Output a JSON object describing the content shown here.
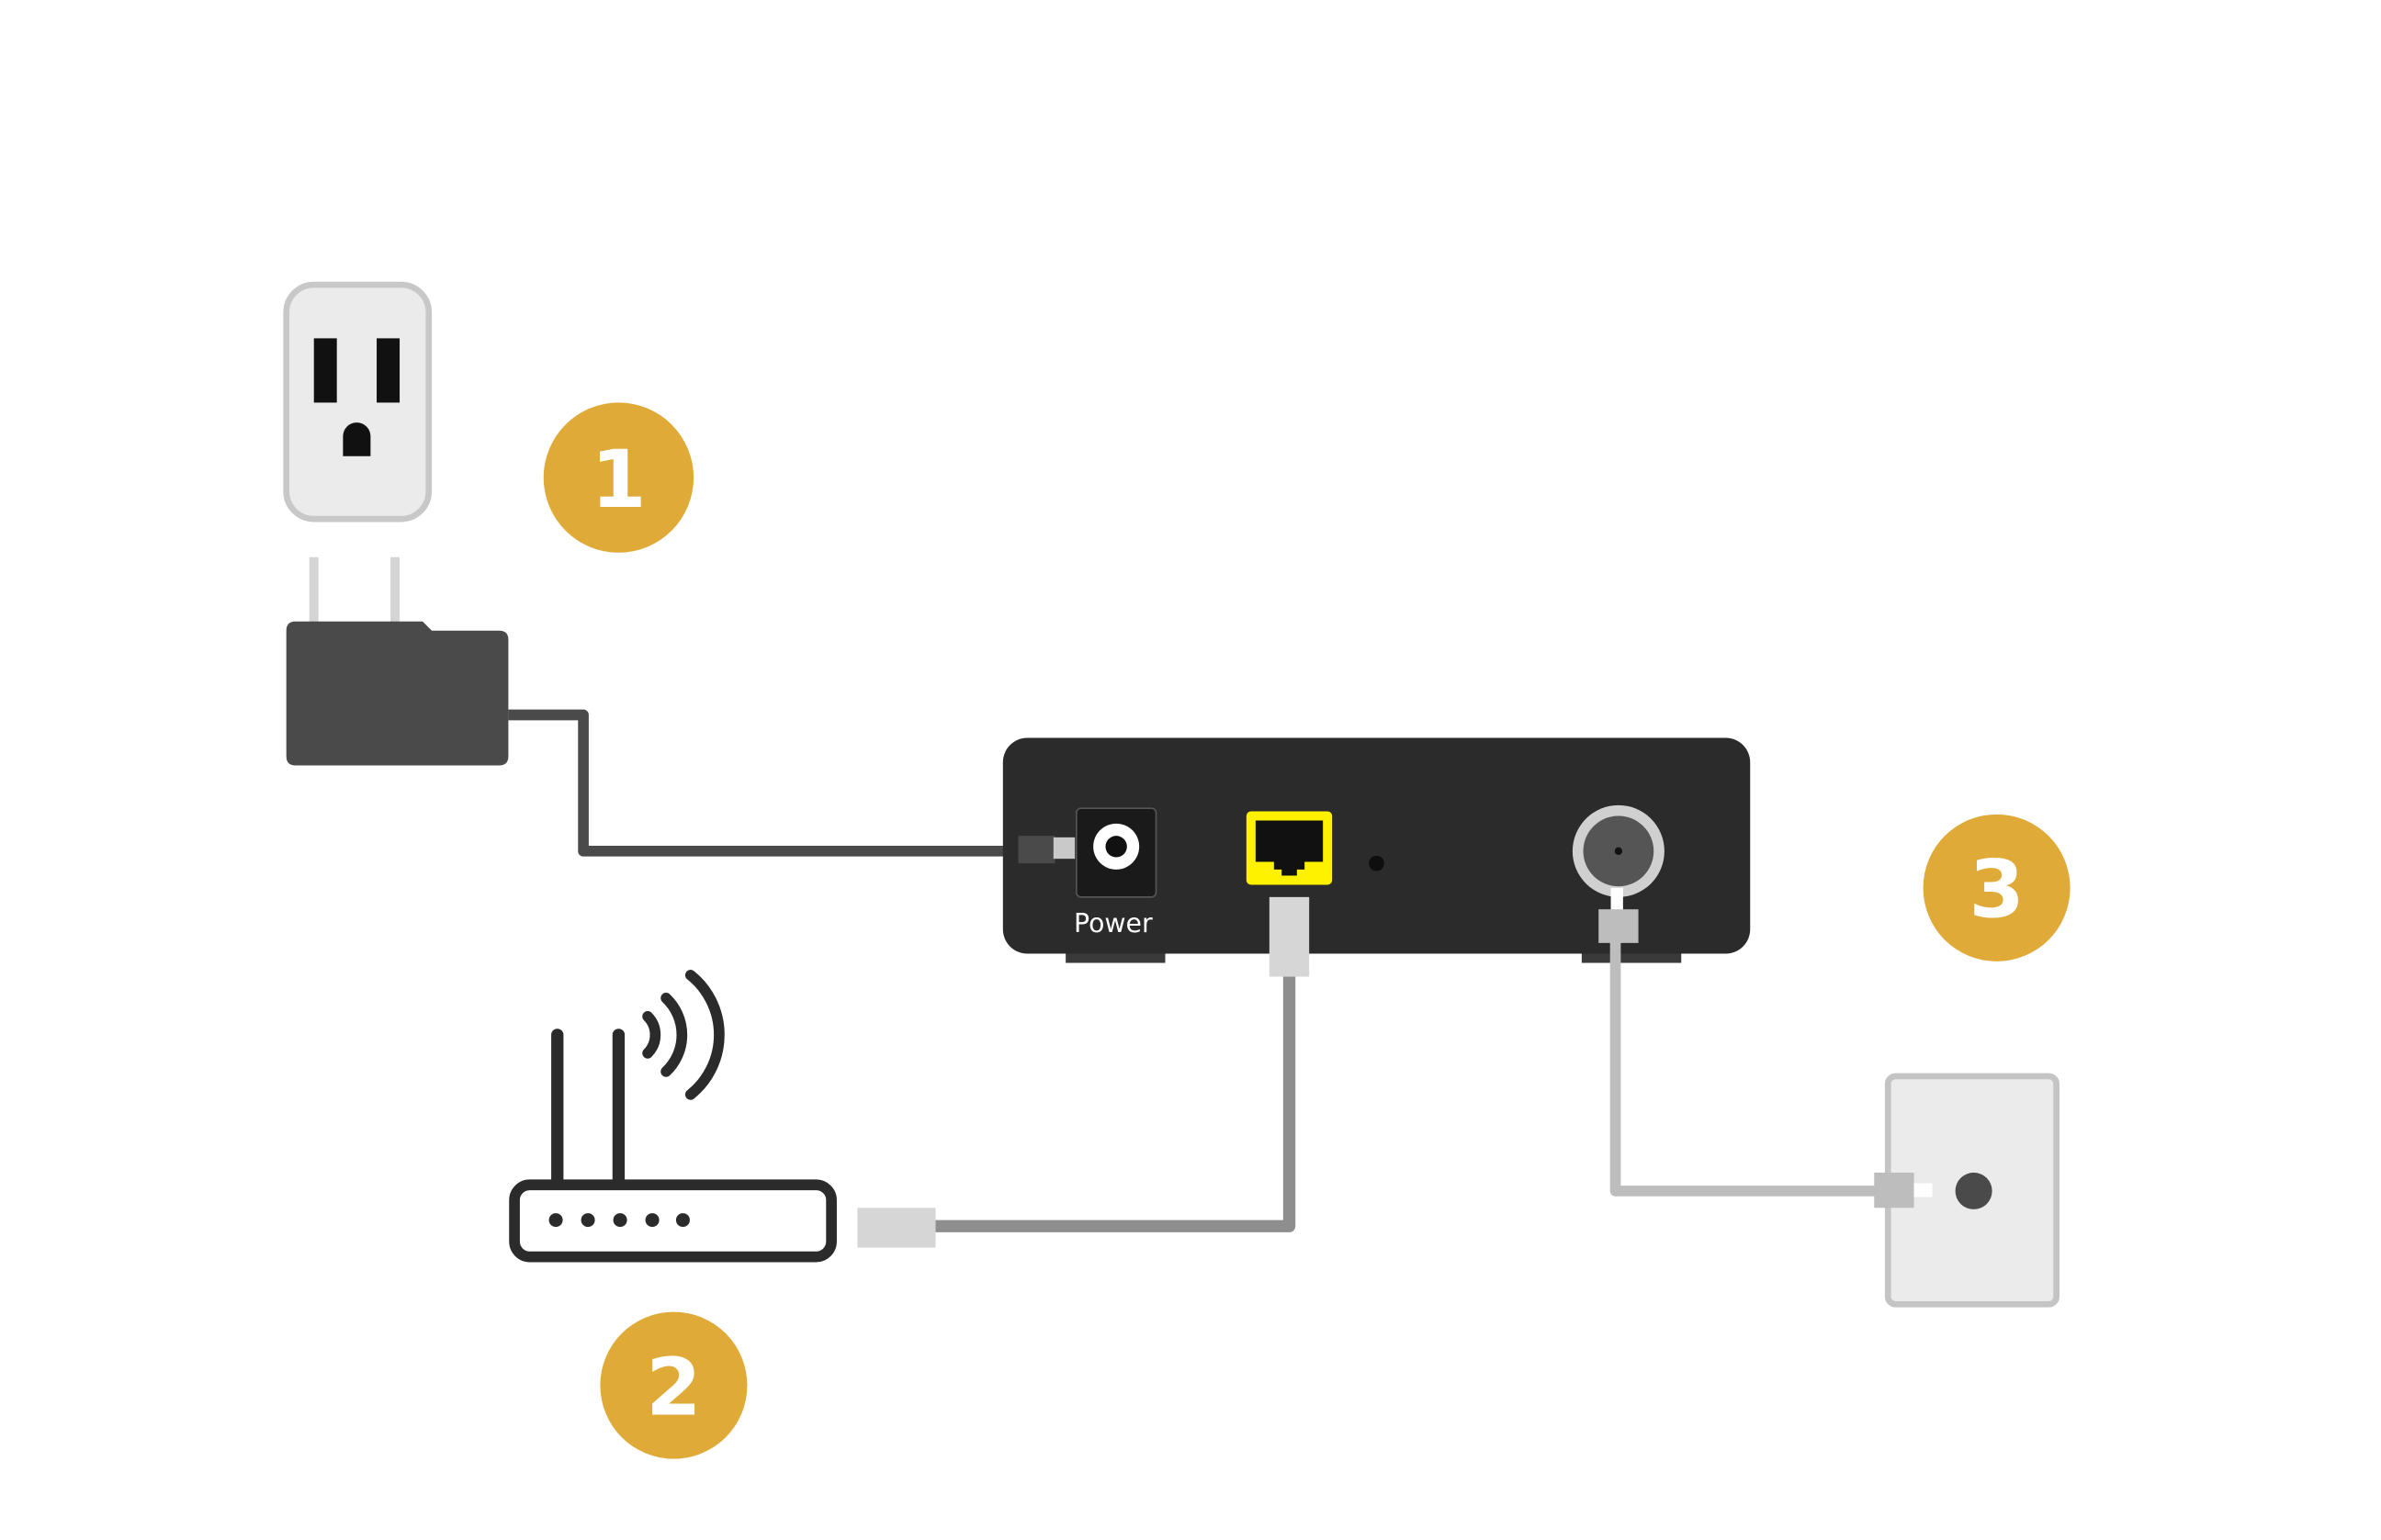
{
  "ports": {
    "power_label": "Power"
  },
  "steps": {
    "one": "1",
    "two": "2",
    "three": "3"
  },
  "colors": {
    "step_badge": "#e0aa38",
    "modem_body": "#2b2b2b",
    "ethernet_port": "#fff200",
    "power_adapter": "#4a4a4a",
    "ethernet_cable": "#8e8e8e",
    "coax_cable": "#bdbdbd",
    "wall_plate": "#ebebeb"
  },
  "icons": {
    "outlet": "electrical-outlet-icon",
    "adapter": "power-adapter-icon",
    "router": "wifi-router-icon",
    "coax_wall": "coax-wall-jack-icon",
    "modem": "modem-icon"
  }
}
